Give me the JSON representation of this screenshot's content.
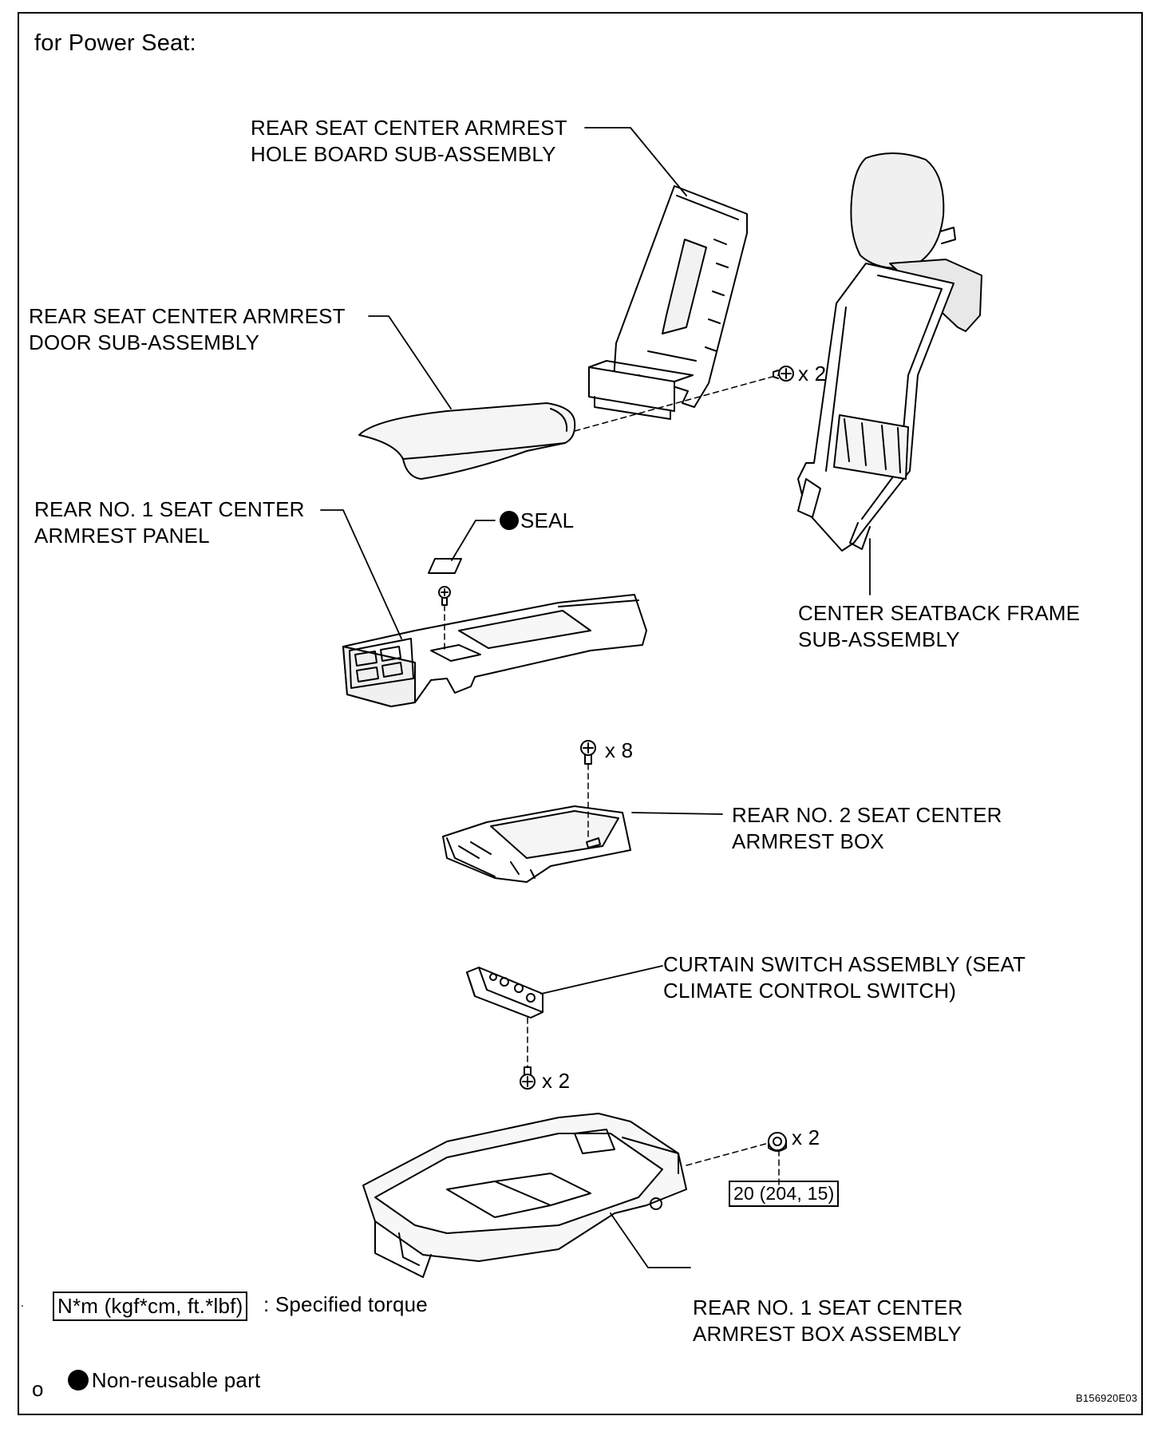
{
  "title": "for Power Seat:",
  "labels": {
    "hole_board": [
      "REAR SEAT CENTER ARMREST",
      "HOLE BOARD SUB-ASSEMBLY"
    ],
    "door": [
      "REAR SEAT CENTER ARMREST",
      "DOOR SUB-ASSEMBLY"
    ],
    "panel": [
      "REAR NO. 1 SEAT CENTER",
      "ARMREST PANEL"
    ],
    "seal": "SEAL",
    "seatback_frame": [
      "CENTER SEATBACK FRAME",
      "SUB-ASSEMBLY"
    ],
    "box2": [
      "REAR NO. 2 SEAT CENTER",
      "ARMREST BOX"
    ],
    "curtain_switch": [
      "CURTAIN SWITCH ASSEMBLY (SEAT",
      "CLIMATE CONTROL SWITCH)"
    ],
    "box_assembly": [
      "REAR NO. 1 SEAT CENTER",
      "ARMREST BOX ASSEMBLY"
    ]
  },
  "quantities": {
    "frame_screws": "x 2",
    "box2_screws": "x 8",
    "switch_screws": "x 2",
    "box_nuts": "x 2"
  },
  "torque": "20 (204, 15)",
  "legend": {
    "torque_unit": "N*m (kgf*cm, ft.*lbf)",
    "torque_text": ": Specified torque",
    "nonreusable_text": "Non-reusable part"
  },
  "corner_mark": "o",
  "figure_code": "B156920E03",
  "icons": {
    "bolt": "bolt-icon",
    "nut": "nut-icon",
    "non_reusable": "filled-circle-icon"
  }
}
